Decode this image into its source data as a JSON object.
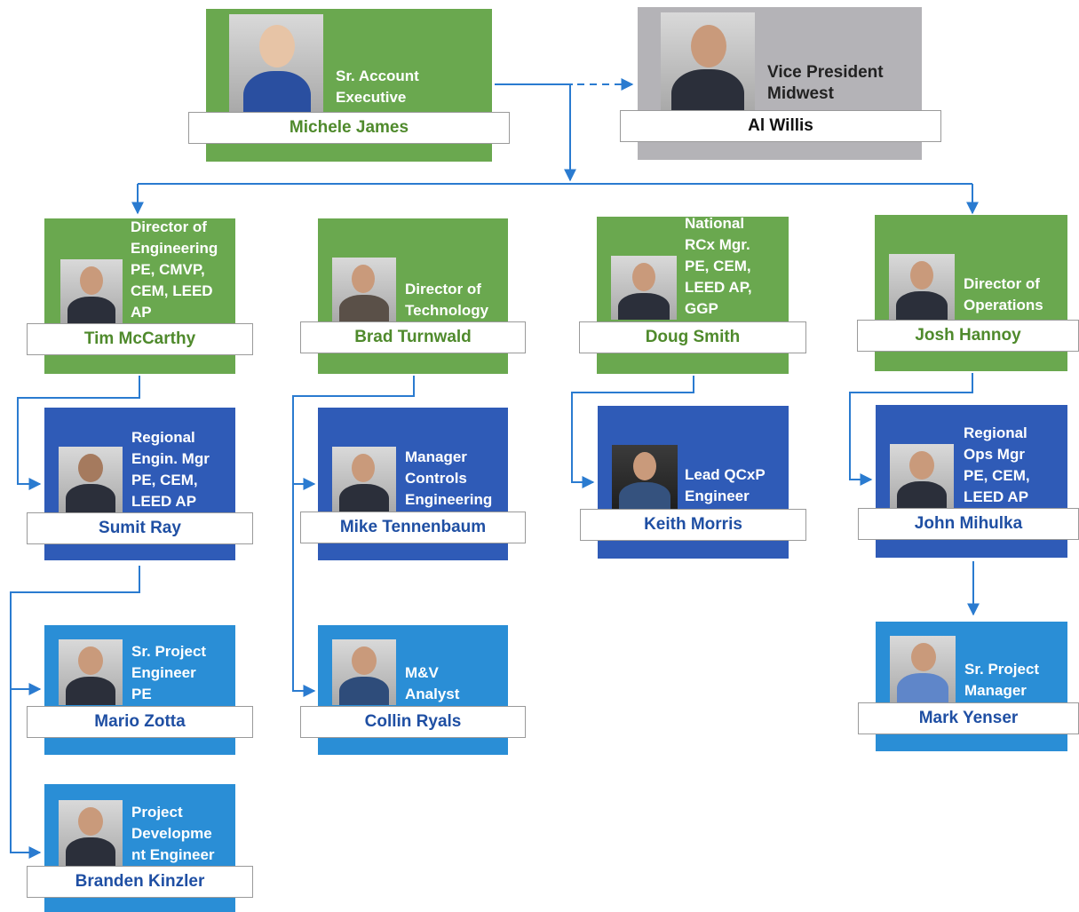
{
  "people": {
    "michele": {
      "name": "Michele James",
      "title": "Sr. Account\nExecutive"
    },
    "al": {
      "name": "Al Willis",
      "title": "Vice President\nMidwest"
    },
    "tim": {
      "name": "Tim McCarthy",
      "title": "Director of\nEngineering\nPE, CMVP,\nCEM, LEED\nAP"
    },
    "brad": {
      "name": "Brad Turnwald",
      "title": "Director of\nTechnology"
    },
    "doug": {
      "name": "Doug Smith",
      "title": "National\nRCx Mgr.\nPE, CEM,\nLEED AP,\nGGP"
    },
    "josh": {
      "name": "Josh Hannoy",
      "title": "Director of\nOperations"
    },
    "sumit": {
      "name": "Sumit Ray",
      "title": "Regional\nEngin. Mgr\nPE, CEM,\nLEED AP"
    },
    "mike": {
      "name": "Mike Tennenbaum",
      "title": "Manager\nControls\nEngineering"
    },
    "keith": {
      "name": "Keith Morris",
      "title": "Lead QCxP\nEngineer"
    },
    "john": {
      "name": "John Mihulka",
      "title": "Regional\nOps Mgr\nPE, CEM,\nLEED AP"
    },
    "mario": {
      "name": "Mario Zotta",
      "title": "Sr. Project\nEngineer\nPE"
    },
    "collin": {
      "name": "Collin Ryals",
      "title": "M&V\nAnalyst"
    },
    "mark": {
      "name": "Mark Yenser",
      "title": "Sr. Project\nManager"
    },
    "branden": {
      "name": "Branden Kinzler",
      "title": "Project\nDevelopme\nnt Engineer"
    }
  },
  "colors": {
    "leadership_green": "#6aa84f",
    "vp_grey": "#b4b3b7",
    "manager_blue": "#2f5bb7",
    "staff_blue": "#2a8ed6",
    "connector": "#2a7bd0"
  }
}
